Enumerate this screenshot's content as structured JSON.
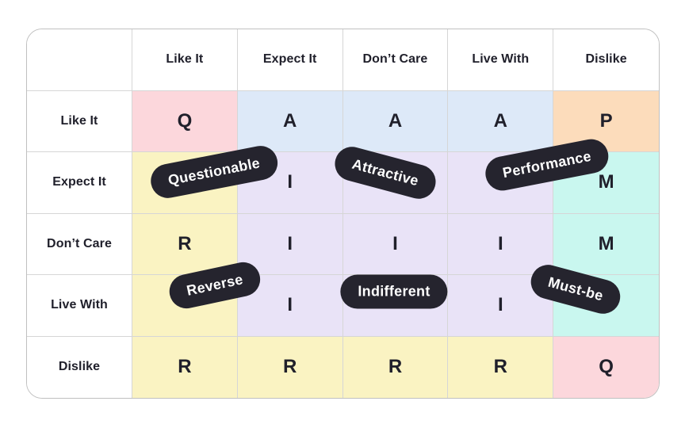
{
  "table": {
    "column_headers": [
      "",
      "Like It",
      "Expect It",
      "Don’t Care",
      "Live With",
      "Dislike"
    ],
    "rows": [
      {
        "header": "Like It",
        "cells": [
          "Q",
          "A",
          "A",
          "A",
          "P"
        ],
        "cell_colors": [
          "pink",
          "blue",
          "blue",
          "blue",
          "peach"
        ]
      },
      {
        "header": "Expect It",
        "cells": [
          "",
          "I",
          "",
          "",
          "M"
        ],
        "cell_colors": [
          "yellow",
          "lavender",
          "lavender",
          "lavender",
          "cyan"
        ]
      },
      {
        "header": "Don’t Care",
        "cells": [
          "R",
          "I",
          "I",
          "I",
          "M"
        ],
        "cell_colors": [
          "yellow",
          "lavender",
          "lavender",
          "lavender",
          "cyan"
        ]
      },
      {
        "header": "Live With",
        "cells": [
          "",
          "I",
          "",
          "I",
          ""
        ],
        "cell_colors": [
          "yellow",
          "lavender",
          "lavender",
          "lavender",
          "cyan"
        ]
      },
      {
        "header": "Dislike",
        "cells": [
          "R",
          "R",
          "R",
          "R",
          "Q"
        ],
        "cell_colors": [
          "yellow",
          "yellow",
          "yellow",
          "yellow",
          "pink"
        ]
      }
    ]
  },
  "labels": [
    {
      "text": "Questionable"
    },
    {
      "text": "Attractive"
    },
    {
      "text": "Performance"
    },
    {
      "text": "Reverse"
    },
    {
      "text": "Indifferent"
    },
    {
      "text": "Must-be"
    }
  ],
  "colors": {
    "pink": "#fcd7dc",
    "blue": "#dde9f8",
    "peach": "#fcdcbb",
    "yellow": "#faf3c2",
    "lavender": "#e9e3f7",
    "cyan": "#c9f7ef",
    "pill": "#25242e",
    "grid": "#d6d6d6",
    "border": "#c0c0c0",
    "ink": "#20202b"
  }
}
